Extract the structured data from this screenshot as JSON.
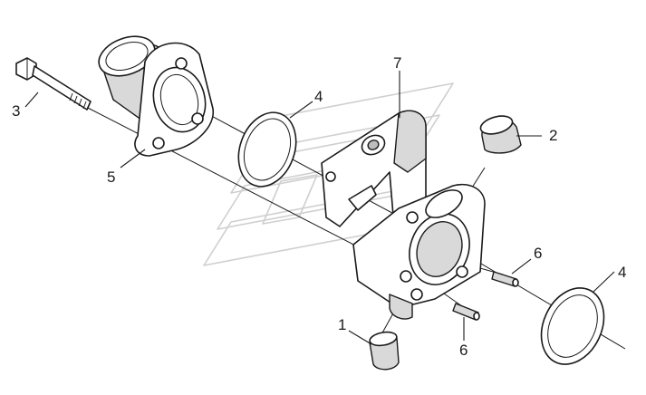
{
  "callouts": {
    "c1": "1",
    "c2": "2",
    "c3": "3",
    "c4_upper": "4",
    "c4_lower": "4",
    "c5": "5",
    "c6_upper": "6",
    "c6_lower": "6",
    "c7": "7"
  },
  "colors": {
    "line": "#1a1a1a",
    "shade": "#d9d9d9",
    "watermark": "#cfcfcf"
  }
}
